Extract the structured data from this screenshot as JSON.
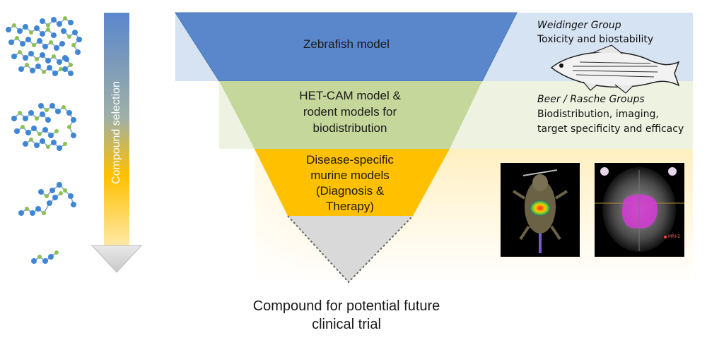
{
  "arrow": {
    "label": "Compound selection"
  },
  "funnel": {
    "tiers": [
      {
        "label_lines": [
          "Zebrafish model"
        ],
        "color": "#5a87cc"
      },
      {
        "label_lines": [
          "HET-CAM model &",
          "rodent models for",
          "biodistribution"
        ],
        "color": "#c5d79a"
      },
      {
        "label_lines": [
          "Disease-specific",
          "murine models",
          "(Diagnosis &",
          "Therapy)"
        ],
        "color": "#ffc000"
      }
    ],
    "tip_color": "#d9d9d9"
  },
  "outcome": {
    "lines": [
      "Compound for potential future",
      "clinical trial"
    ]
  },
  "groups": [
    {
      "name": "Weidinger Group",
      "description_lines": [
        "Toxicity and biostability"
      ]
    },
    {
      "name": "Beer / Rasche Groups",
      "description_lines": [
        "Biodistribution, imaging,",
        "target specificity and efficacy"
      ]
    }
  ],
  "images": [
    {
      "kind": "zebrafish-illustration"
    },
    {
      "kind": "mouse-scan-image"
    },
    {
      "kind": "mri-scan-image",
      "annotation": "MRI-2"
    }
  ],
  "colors": {
    "band_blue": "#d5e3f3",
    "band_green": "#edf2df",
    "band_yellow": "#fff0c2",
    "arrow_top": "#5a87cc",
    "arrow_bottom": "#ffc000",
    "molecule_blue": "#3f86d6",
    "molecule_green": "#8cc152"
  }
}
